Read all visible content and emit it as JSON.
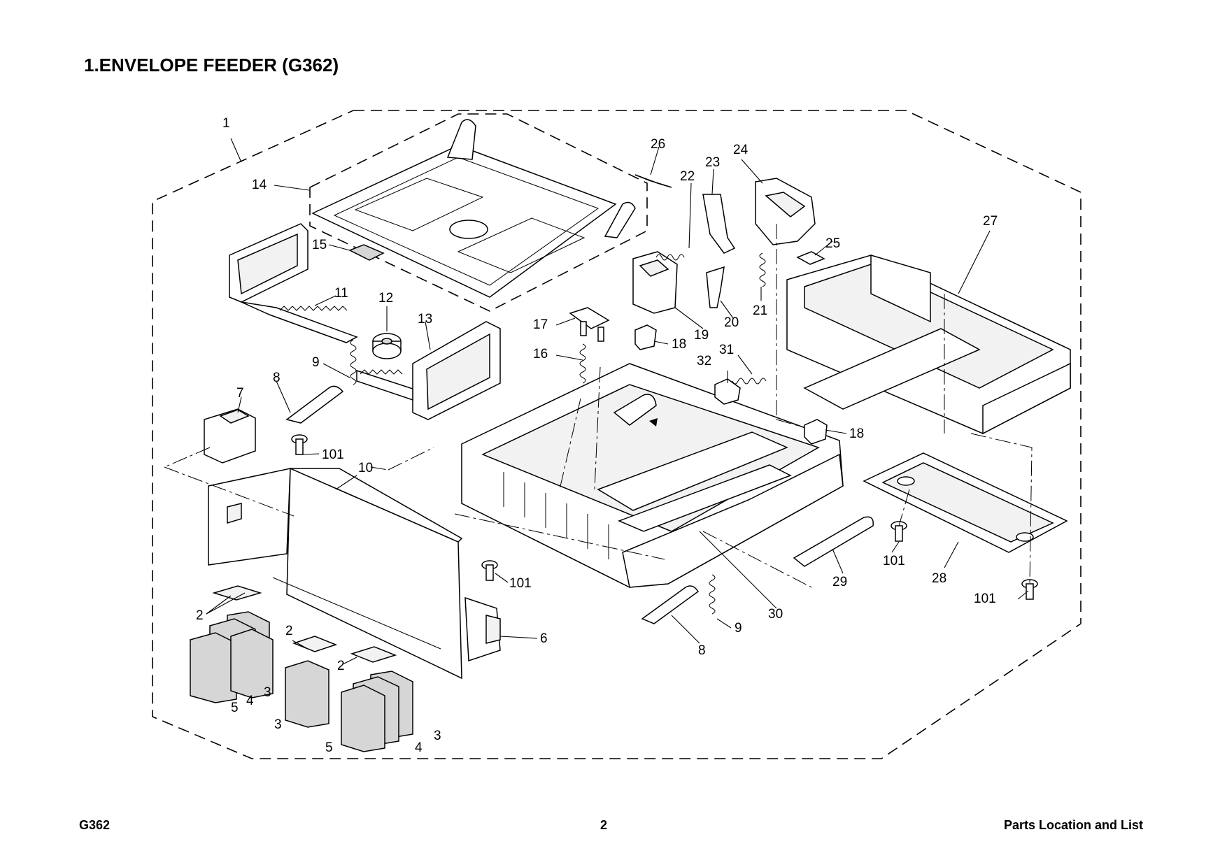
{
  "page": {
    "title": "1.ENVELOPE FEEDER (G362)",
    "footer_left": "G362",
    "footer_center": "2",
    "footer_right": "Parts Location and List"
  },
  "callouts": {
    "c1": "1",
    "c14": "14",
    "c15": "15",
    "c11": "11",
    "c12": "12",
    "c13": "13",
    "c9a": "9",
    "c8a": "8",
    "c7": "7",
    "c101a": "101",
    "c10": "10",
    "c26": "26",
    "c22": "22",
    "c23": "23",
    "c24": "24",
    "c25": "25",
    "c27": "27",
    "c19": "19",
    "c20": "20",
    "c21": "21",
    "c17": "17",
    "c18a": "18",
    "c16": "16",
    "c32": "32",
    "c31": "31",
    "c18b": "18",
    "c101b": "101",
    "c101c": "101",
    "c28": "28",
    "c29": "29",
    "c30": "30",
    "c101d": "101",
    "c9b": "9",
    "c8b": "8",
    "c6": "6",
    "c2a": "2",
    "c2b": "2",
    "c2c": "2",
    "c5a": "5",
    "c4a": "4",
    "c3a": "3",
    "c3b": "3",
    "c5b": "5",
    "c4b": "4",
    "c3c": "3"
  }
}
